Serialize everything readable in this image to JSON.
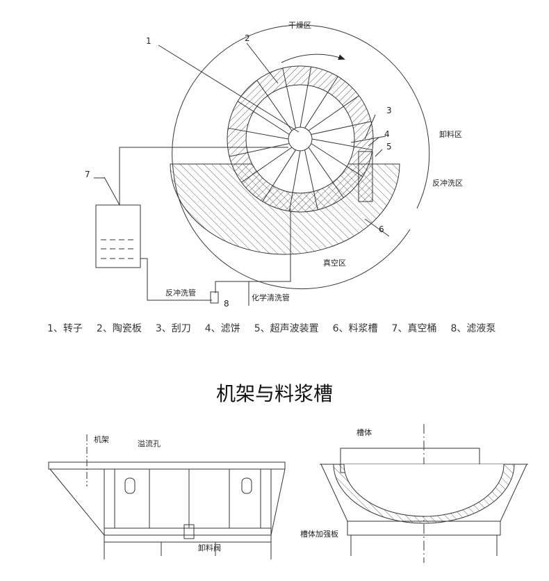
{
  "zones": {
    "dry": "干燥区",
    "discharge": "卸料区",
    "backwash": "反冲洗区",
    "vacuum": "真空区"
  },
  "numbers": [
    "1",
    "2",
    "3",
    "4",
    "5",
    "6",
    "7",
    "8"
  ],
  "pipes": {
    "backwash_pipe": "反冲洗管",
    "chemical_pipe": "化学清洗管"
  },
  "legend": [
    "1、转子",
    "2、陶瓷板",
    "3、刮刀",
    "4、滤饼",
    "5、超声波装置",
    "6、料浆槽",
    "7、真空桶",
    "8、滤液泵"
  ],
  "title": "机架与料浆槽",
  "frame_labels": {
    "frame": "机架",
    "overflow": "溢流孔",
    "valve": "卸料阀",
    "tank": "槽体",
    "rib": "槽体加强板"
  }
}
